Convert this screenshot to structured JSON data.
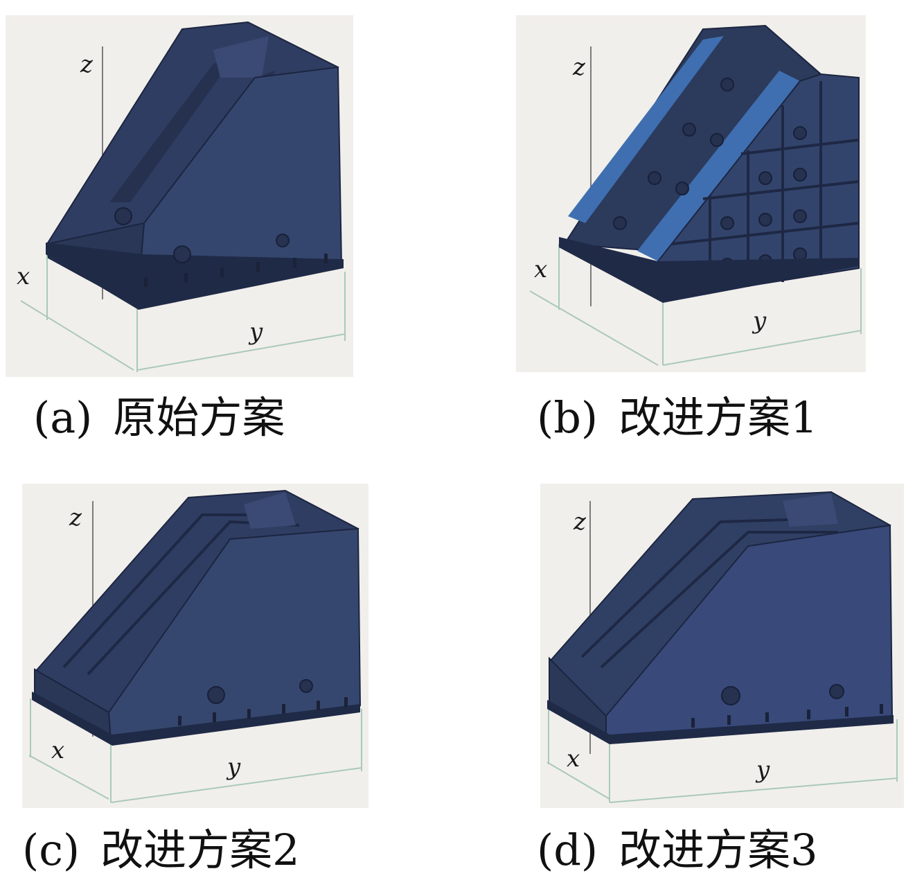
{
  "panels": [
    {
      "id": "a",
      "label": "(a)",
      "text": "原始方案",
      "axes": {
        "x": "x",
        "y": "y",
        "z": "z"
      }
    },
    {
      "id": "b",
      "label": "(b)",
      "text": "改进方案1",
      "axes": {
        "x": "x",
        "y": "y",
        "z": "z"
      }
    },
    {
      "id": "c",
      "label": "(c)",
      "text": "改进方案2",
      "axes": {
        "x": "x",
        "y": "y",
        "z": "z"
      }
    },
    {
      "id": "d",
      "label": "(d)",
      "text": "改进方案3",
      "axes": {
        "x": "x",
        "y": "y",
        "z": "z"
      }
    }
  ],
  "colors": {
    "background": "#f1efeb",
    "body_dark": "#2c3a5c",
    "body_mid": "#354670",
    "body_light": "#3f6fb0",
    "edge": "#1c2540",
    "dimension_line": "#a9c9b8"
  }
}
